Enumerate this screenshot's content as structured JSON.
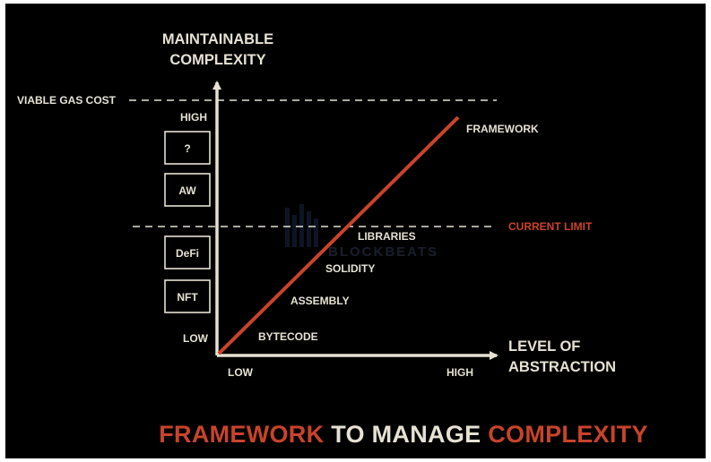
{
  "y_axis": {
    "title_line1": "MAINTAINABLE",
    "title_line2": "COMPLEXITY",
    "high": "HIGH",
    "low": "LOW"
  },
  "x_axis": {
    "title_line1": "LEVEL OF",
    "title_line2": "ABSTRACTION",
    "low": "LOW",
    "high": "HIGH"
  },
  "thresholds": {
    "gas_cost": "VIABLE GAS COST",
    "current_limit": "CURRENT LIMIT"
  },
  "boxes": {
    "question": "?",
    "aw": "AW",
    "defi": "DeFi",
    "nft": "NFT"
  },
  "line_labels": {
    "framework": "FRAMEWORK",
    "libraries": "LIBRARIES",
    "solidity": "SOLIDITY",
    "assembly": "ASSEMBLY",
    "bytecode": "BYTECODE"
  },
  "watermark": "BLOCKBEATS",
  "footer": {
    "part1": "FRAMEWORK",
    "part2": " TO MANAGE ",
    "part3": "COMPLEXITY"
  },
  "colors": {
    "background": "#000000",
    "text": "#e6e1d3",
    "accent": "#c9432b"
  }
}
